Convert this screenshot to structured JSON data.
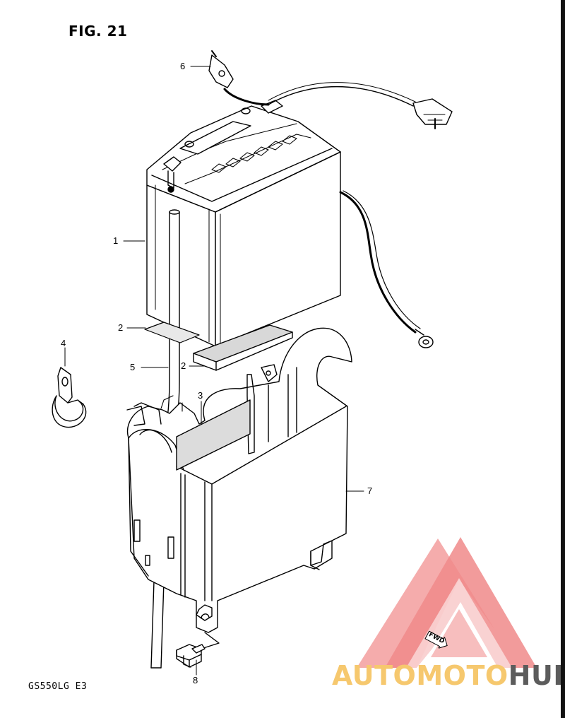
{
  "figure": {
    "title": "FIG. 21",
    "model_code": "GS550LG  E3"
  },
  "callouts": [
    {
      "id": "1",
      "label": "1"
    },
    {
      "id": "2a",
      "label": "2"
    },
    {
      "id": "2b",
      "label": "2"
    },
    {
      "id": "3",
      "label": "3"
    },
    {
      "id": "4",
      "label": "4"
    },
    {
      "id": "5",
      "label": "5"
    },
    {
      "id": "6",
      "label": "6"
    },
    {
      "id": "7",
      "label": "7"
    },
    {
      "id": "8",
      "label": "8"
    }
  ],
  "fwd_label": "FWD",
  "watermark": {
    "part1": "AUTOMOTO",
    "part2": "HUB",
    "color_primary": "#f6c86e",
    "color_secondary": "#5c5c5c",
    "logo_color": "#f08a8a"
  }
}
